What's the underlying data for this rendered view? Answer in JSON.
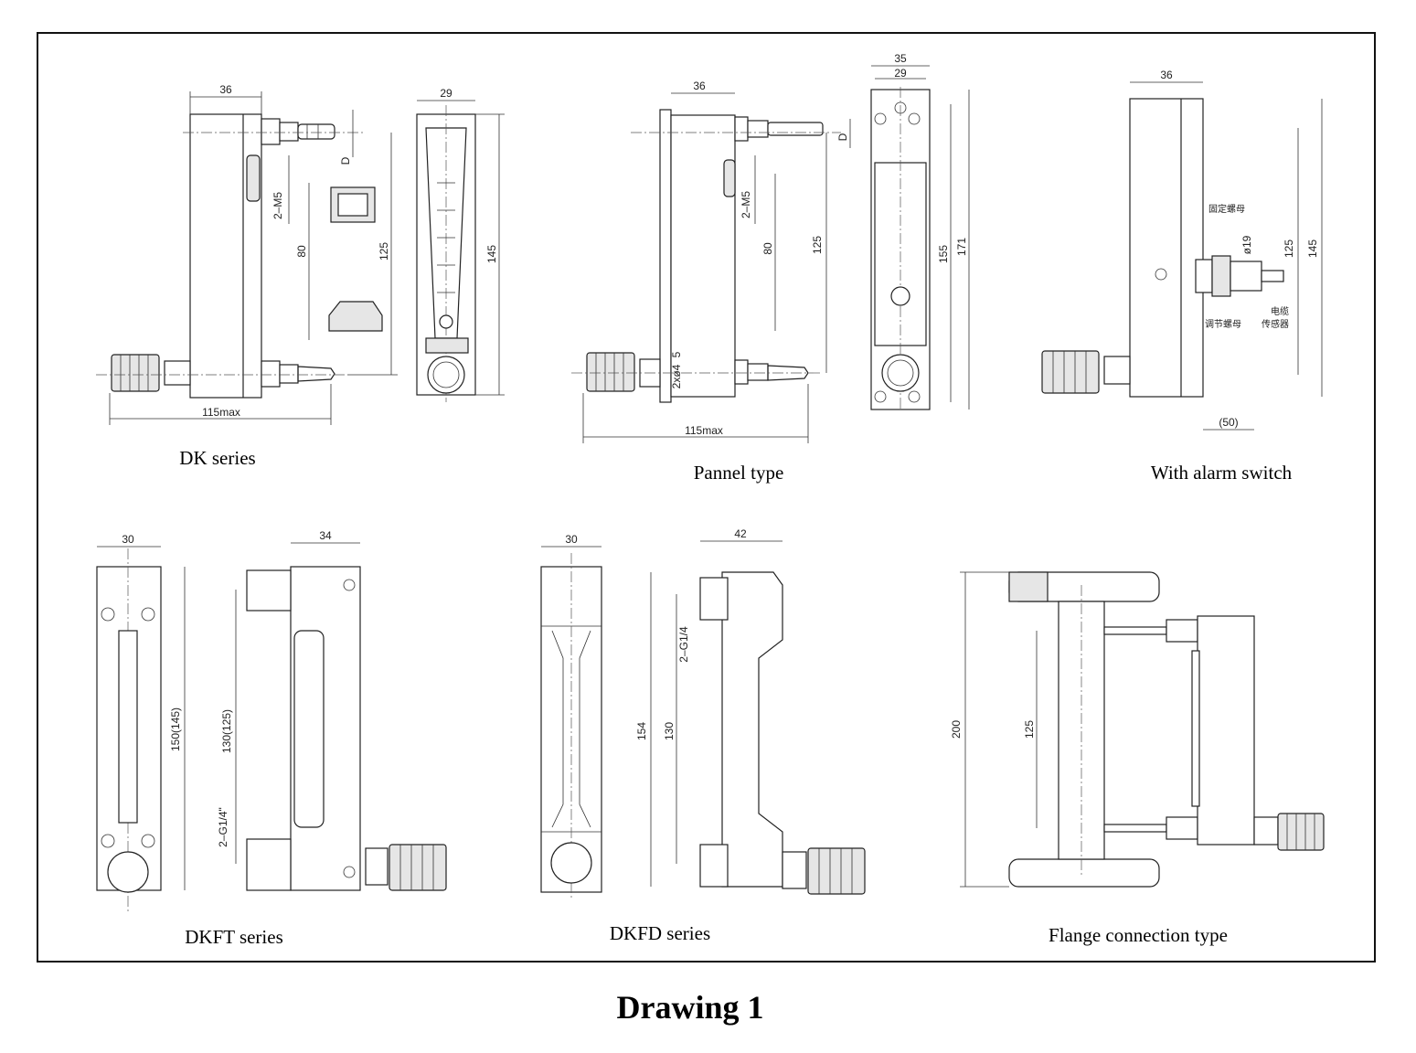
{
  "figure_title": "Drawing 1",
  "captions": {
    "dk": "DK series",
    "pannel": "Pannel type",
    "alarm": "With alarm switch",
    "dkft": "DKFT series",
    "dkfd": "DKFD series",
    "flange": "Flange connection type"
  },
  "dims": {
    "dk_width": "36",
    "dk_front_width": "29",
    "dk_d": "D",
    "dk_m5": "2–M5",
    "dk_80": "80",
    "dk_125": "125",
    "dk_145": "145",
    "dk_115": "115max",
    "pn_width": "36",
    "pn_d": "D",
    "pn_m5": "2–M5",
    "pn_80": "80",
    "pn_125": "125",
    "pn_5": "5",
    "pn_hole": "2xø4",
    "pn_115": "115max",
    "pn_front_35": "35",
    "pn_front_29": "29",
    "pn_155": "155",
    "pn_171": "171",
    "al_width": "36",
    "al_19": "ø19",
    "al_125": "125",
    "al_145": "145",
    "al_50": "(50)",
    "al_nut_fixed": "固定螺母",
    "al_nut_adjust": "调节螺母",
    "al_cable_1": "电缆",
    "al_cable_2": "传感器",
    "ft_30": "30",
    "ft_34": "34",
    "ft_150": "150(145)",
    "ft_130": "130(125)",
    "ft_g": "2–G1/4\"",
    "fd_30": "30",
    "fd_42": "42",
    "fd_154": "154",
    "fd_130": "130",
    "fd_g": "2–G1/4",
    "fl_200": "200",
    "fl_125": "125"
  }
}
